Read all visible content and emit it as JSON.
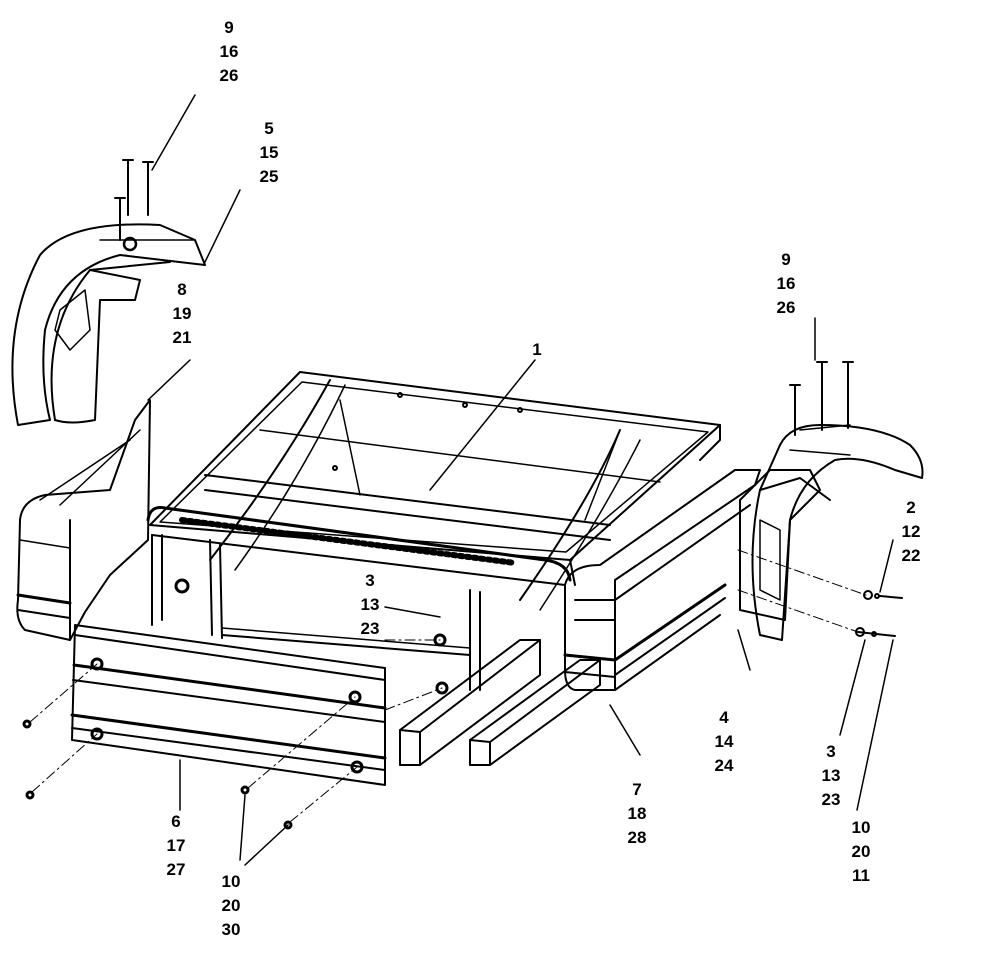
{
  "callouts": {
    "c1": [
      "9",
      "16",
      "26"
    ],
    "c2": [
      "5",
      "15",
      "25"
    ],
    "c3": [
      "8",
      "19",
      "21"
    ],
    "c4": [
      "1"
    ],
    "c5": [
      "9",
      "16",
      "26"
    ],
    "c6": [
      "2",
      "12",
      "22"
    ],
    "c7": [
      "3",
      "13",
      "23"
    ],
    "c8": [
      "4",
      "14",
      "24"
    ],
    "c9": [
      "7",
      "18",
      "28"
    ],
    "c10": [
      "3",
      "13",
      "23"
    ],
    "c11": [
      "10",
      "20",
      "11"
    ],
    "c12": [
      "6",
      "17",
      "27"
    ],
    "c13": [
      "10",
      "20",
      "30"
    ]
  },
  "colors": {
    "line": "#000000",
    "background": "#ffffff"
  }
}
